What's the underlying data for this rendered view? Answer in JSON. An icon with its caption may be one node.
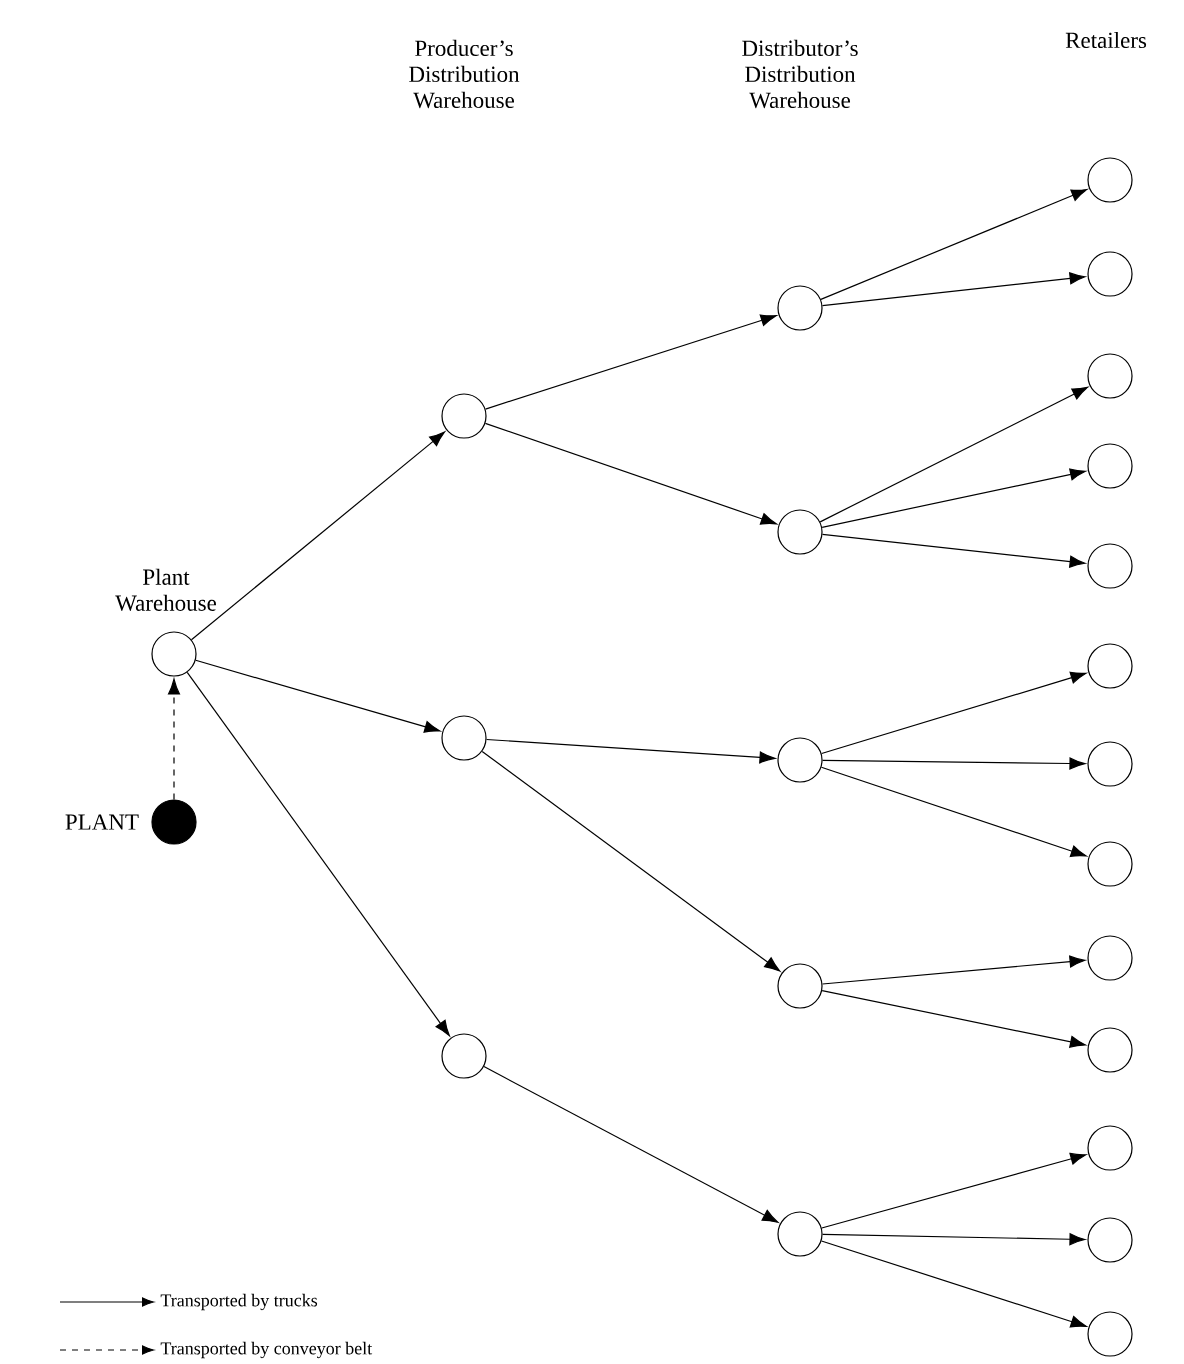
{
  "diagram": {
    "nodes": [
      {
        "text": [
          "Plant Warehouse"
        ]
      },
      {
        "text": [
          "PLANT"
        ]
      },
      {
        "text": [],
        "shape": "circle"
      },
      {
        "text": [],
        "shape": "circle"
      },
      {
        "text": [],
        "shape": "circle"
      },
      {
        "text": [],
        "shape": "circle"
      },
      {
        "text": [],
        "shape": "circle"
      },
      {
        "text": [],
        "shape": "circle"
      },
      {
        "text": [],
        "shape": "circle"
      },
      {
        "text": [],
        "shape": "circle"
      },
      {
        "text": [],
        "shape": "circle"
      },
      {
        "text": [],
        "shape": "circle"
      },
      {
        "text": [],
        "shape": "circle"
      },
      {
        "text": [],
        "shape": "circle"
      },
      {
        "text": [],
        "shape": "circle"
      },
      {
        "text": [],
        "shape": "circle"
      },
      {
        "text": [],
        "shape": "circle"
      },
      {
        "text": [],
        "shape": "circle"
      },
      {
        "text": [],
        "shape": "circle"
      },
      {
        "text": [],
        "shape": "circle"
      },
      {
        "text": [],
        "shape": "circle"
      },
      {
        "text": [],
        "shape": "circle"
      },
      {
        "text": [],
        "shape": "circle"
      }
    ],
    "edges": [
      {
        "from": 1,
        "to": 0,
        "arrow": "to",
        "style": "dashed"
      },
      {
        "from": 0,
        "to": 2,
        "arrow": "to"
      },
      {
        "from": 0,
        "to": 3,
        "arrow": "to"
      },
      {
        "from": 0,
        "to": 4,
        "arrow": "to"
      },
      {
        "from": 2,
        "to": 5,
        "arrow": "to"
      },
      {
        "from": 2,
        "to": 6,
        "arrow": "to"
      },
      {
        "from": 3,
        "to": 7,
        "arrow": "to"
      },
      {
        "from": 3,
        "to": 8,
        "arrow": "to"
      },
      {
        "from": 4,
        "to": 9,
        "arrow": "to"
      },
      {
        "from": 5,
        "to": 10,
        "arrow": "to"
      },
      {
        "from": 5,
        "to": 11,
        "arrow": "to"
      },
      {
        "from": 6,
        "to": 12,
        "arrow": "to"
      },
      {
        "from": 6,
        "to": 13,
        "arrow": "to"
      },
      {
        "from": 6,
        "to": 14,
        "arrow": "to"
      },
      {
        "from": 7,
        "to": 15,
        "arrow": "to"
      },
      {
        "from": 7,
        "to": 16,
        "arrow": "to"
      },
      {
        "from": 7,
        "to": 17,
        "arrow": "to"
      },
      {
        "from": 8,
        "to": 18,
        "arrow": "to"
      },
      {
        "from": 8,
        "to": 19,
        "arrow": "to"
      },
      {
        "from": 9,
        "to": 20,
        "arrow": "to"
      },
      {
        "from": 9,
        "to": 21,
        "arrow": "to"
      },
      {
        "from": 9,
        "to": 22,
        "arrow": "to"
      }
    ],
    "labels": [
      "Producer’s Distribution Warehouse",
      "Distributor’s Distribution Warehouse",
      "Retailers"
    ],
    "legend": [
      {
        "text": "Transported by trucks"
      },
      {
        "text": "Transported by conveyor belt"
      }
    ]
  }
}
